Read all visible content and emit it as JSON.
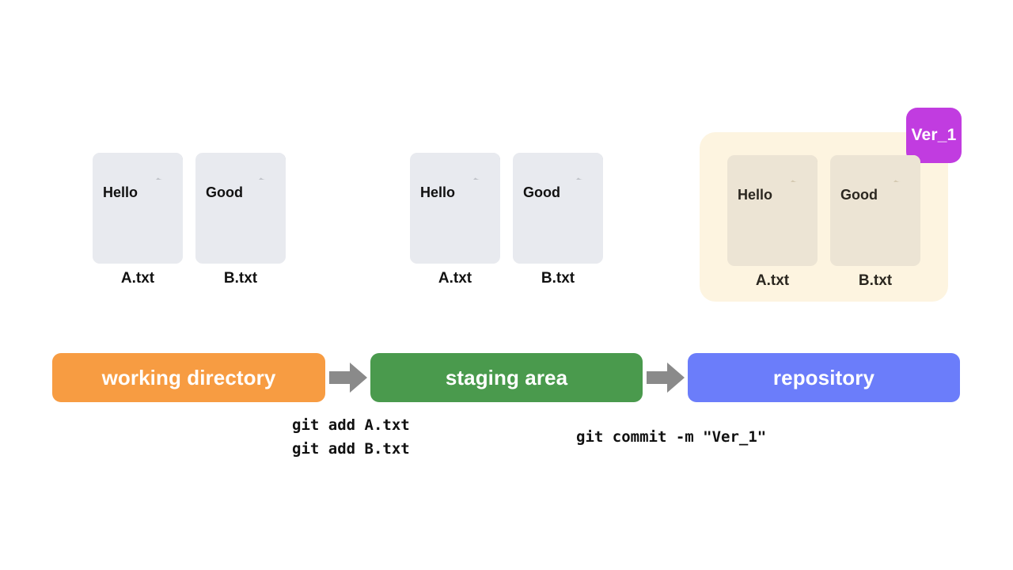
{
  "diagram": {
    "title": "git working directory / staging area / repository flow",
    "colors": {
      "working_directory": "#f79c42",
      "staging_area": "#4a9a4d",
      "repository": "#6b7dfa",
      "arrow": "#8a8a8a",
      "repo_group_background": "#fdf4e0",
      "version_badge": "#c13ce0",
      "file_card": "#e8eaef",
      "file_card_committed": "#ece4d4"
    }
  },
  "stages": [
    {
      "id": "working-directory",
      "label": "working directory"
    },
    {
      "id": "staging-area",
      "label": "staging area"
    },
    {
      "id": "repository",
      "label": "repository"
    }
  ],
  "arrows": [
    {
      "id": "arrow-wd-to-staging",
      "icon": "right-arrow-icon"
    },
    {
      "id": "arrow-staging-to-repo",
      "icon": "right-arrow-icon"
    }
  ],
  "file_groups": [
    {
      "id": "working-directory-files",
      "files": [
        {
          "content": "Hello",
          "label": "A.txt"
        },
        {
          "content": "Good",
          "label": "B.txt"
        }
      ]
    },
    {
      "id": "staging-area-files",
      "files": [
        {
          "content": "Hello",
          "label": "A.txt"
        },
        {
          "content": "Good",
          "label": "B.txt"
        }
      ]
    },
    {
      "id": "repository-files",
      "version_badge": "Ver_1",
      "files": [
        {
          "content": "Hello",
          "label": "A.txt"
        },
        {
          "content": "Good",
          "label": "B.txt"
        }
      ]
    }
  ],
  "commands": [
    {
      "id": "git-add-commands",
      "lines": [
        "git add A.txt",
        "git add B.txt"
      ],
      "text": "git add A.txt\ngit add B.txt"
    },
    {
      "id": "git-commit-command",
      "lines": [
        "git commit -m \"Ver_1\""
      ],
      "text": "git commit -m \"Ver_1\""
    }
  ]
}
